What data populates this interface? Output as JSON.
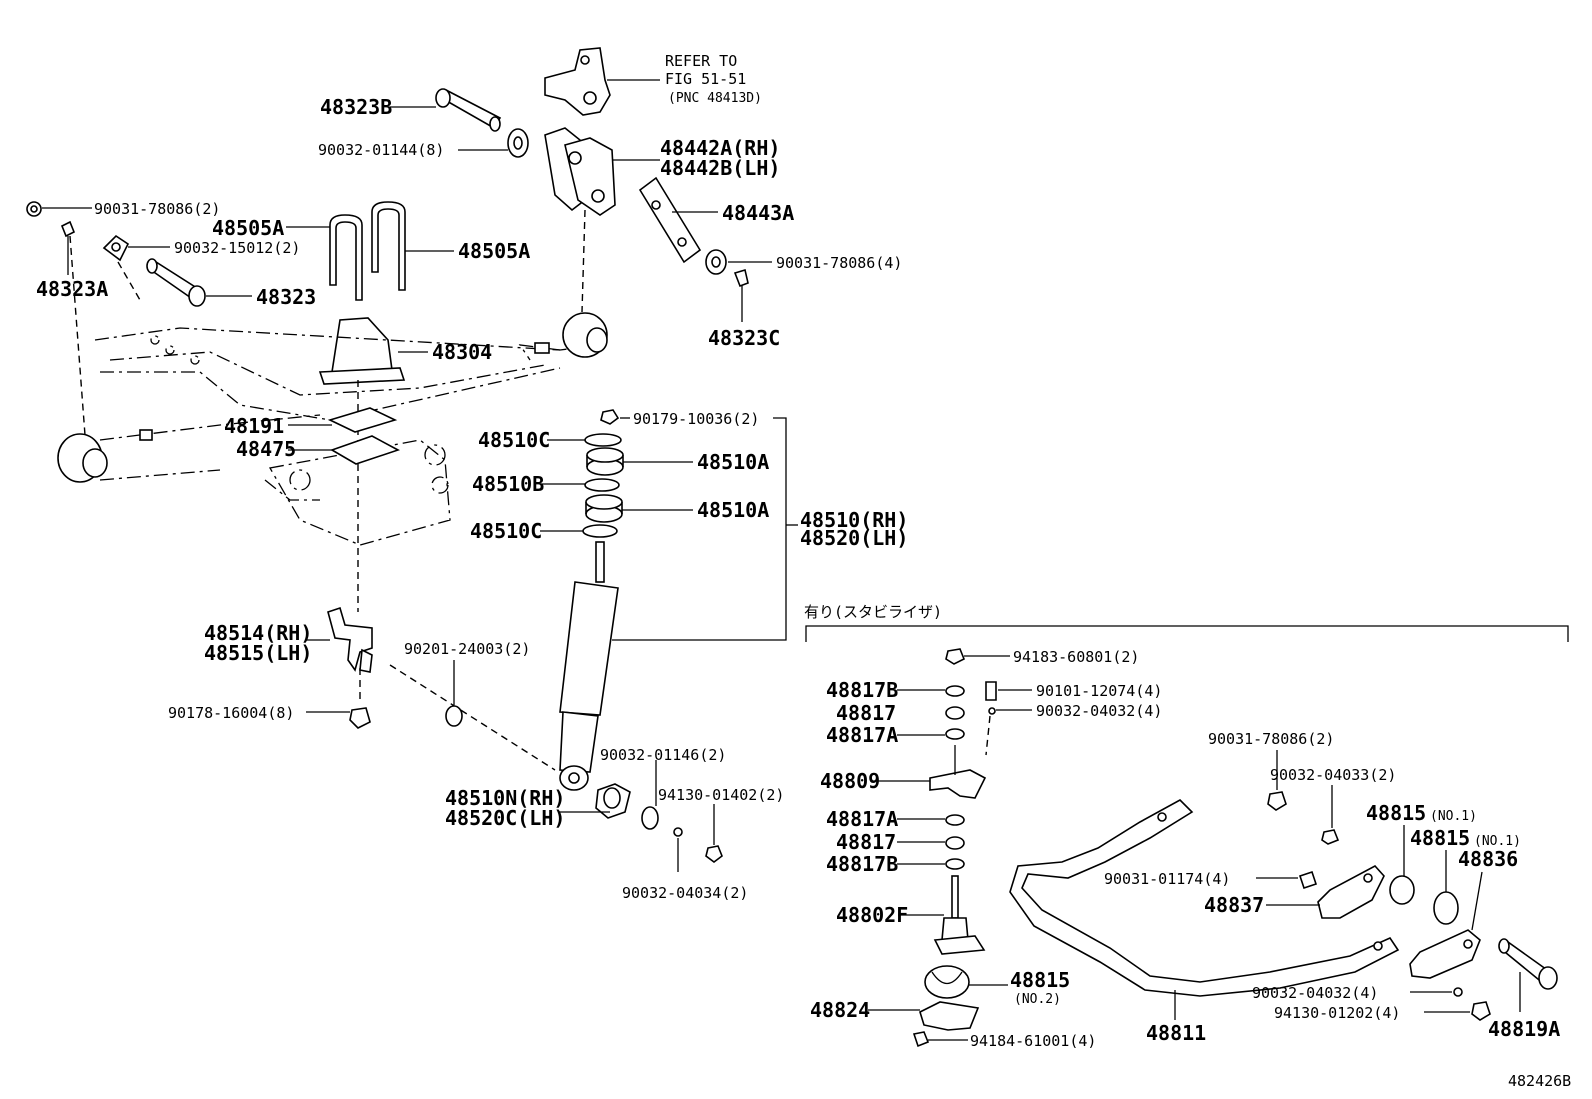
{
  "refer_note": [
    "REFER TO",
    "FIG 51-51",
    "(PNC 48413D)"
  ],
  "section_label": "有り(スタビライザ)",
  "figure_id": "482426B",
  "labels": {
    "p48323B": "48323B",
    "p90032_01144": "90032-01144(8)",
    "p48442A": "48442A(RH)",
    "p48442B": "48442B(LH)",
    "p48443A": "48443A",
    "p90031_78086_4": "90031-78086(4)",
    "p48323C": "48323C",
    "p90031_78086_2a": "90031-78086(2)",
    "p48505A_l": "48505A",
    "p48505A_r": "48505A",
    "p90032_15012": "90032-15012(2)",
    "p48323A": "48323A",
    "p48323": "48323",
    "p48304": "48304",
    "p48191": "48191",
    "p48475": "48475",
    "p90179_10036": "90179-10036(2)",
    "p48510C_a": "48510C",
    "p48510A_a": "48510A",
    "p48510B": "48510B",
    "p48510A_b": "48510A",
    "p48510C_b": "48510C",
    "p48510RH": "48510(RH)",
    "p48520LH": "48520(LH)",
    "p48514": "48514(RH)",
    "p48515": "48515(LH)",
    "p90201_24003": "90201-24003(2)",
    "p90178_16004": "90178-16004(8)",
    "p90032_01146": "90032-01146(2)",
    "p48510N": "48510N(RH)",
    "p48520C": "48520C(LH)",
    "p94130_01402": "94130-01402(2)",
    "p90032_04034": "90032-04034(2)",
    "p94183_60801": "94183-60801(2)",
    "p48817B_a": "48817B",
    "p90101_12074": "90101-12074(4)",
    "p48817_a": "48817",
    "p90032_04032_a": "90032-04032(4)",
    "p48817A_a": "48817A",
    "p48809": "48809",
    "p48817A_b": "48817A",
    "p48817_b": "48817",
    "p48817B_b": "48817B",
    "p48802F": "48802F",
    "p48815_no2": "48815",
    "p48815_no2_sub": "(NO.2)",
    "p48824": "48824",
    "p94184_61001": "94184-61001(4)",
    "p48811": "48811",
    "p90031_78086_2b": "90031-78086(2)",
    "p90032_04033": "90032-04033(2)",
    "p48815_no1_a": "48815",
    "p48815_no1_a_sub": "(NO.1)",
    "p48815_no1_b": "48815",
    "p48815_no1_b_sub": "(NO.1)",
    "p48836": "48836",
    "p90031_01174": "90031-01174(4)",
    "p48837": "48837",
    "p90032_04032_b": "90032-04032(4)",
    "p94130_01202": "94130-01202(4)",
    "p48819A": "48819A"
  }
}
